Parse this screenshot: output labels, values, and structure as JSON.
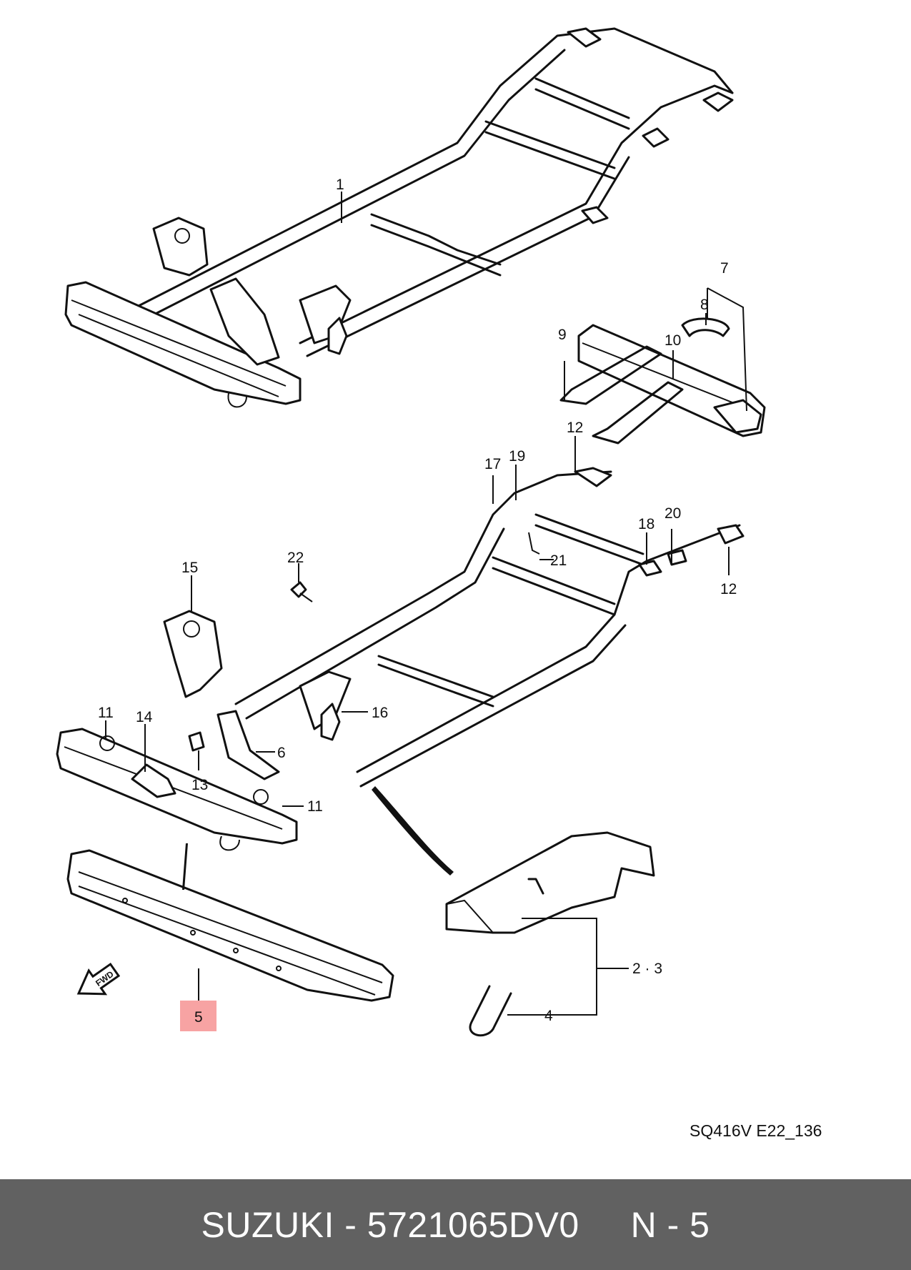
{
  "diagram": {
    "labels": {
      "l1": "1",
      "l7": "7",
      "l8": "8",
      "l9": "9",
      "l10": "10",
      "l12a": "12",
      "l12b": "12",
      "l17": "17",
      "l19": "19",
      "l18": "18",
      "l20": "20",
      "l21": "21",
      "l22": "22",
      "l15": "15",
      "l11a": "11",
      "l14": "14",
      "l16": "16",
      "l6": "6",
      "l13": "13",
      "l11b": "11",
      "l23": "2 · 3",
      "l4": "4",
      "l5": "5"
    },
    "fwd": "FWD",
    "reference_code": "SQ416V E22_136",
    "colors": {
      "highlight": "#f7a3a3",
      "footer_bg": "#616161"
    }
  },
  "footer": {
    "text": "SUZUKI - 5721065DV0     N - 5"
  }
}
